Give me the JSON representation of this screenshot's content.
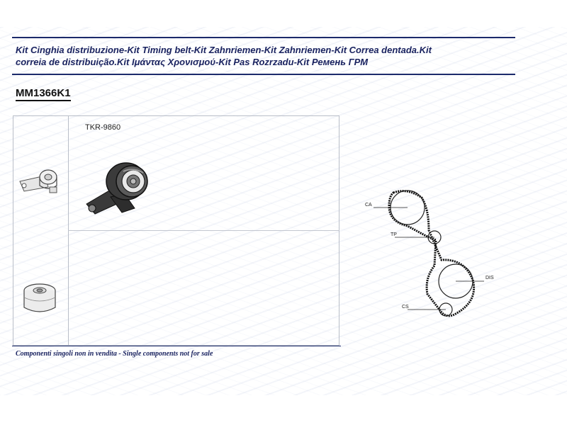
{
  "header": {
    "title_line1": "Kit Cinghia distribuzione-Kit Timing belt-Kit Zahnriemen-Kit Zahnriemen-Kit Correa dentada.Kit",
    "title_line2": "correia de distribuição.Kit Ιμάντας Χρονισμού-Kit Pas Rozrzadu-Kit Ремень ГРМ"
  },
  "kit_code": "MM1366K1",
  "table": {
    "rows": [
      {
        "part_number": "TKR-9860",
        "thumbnail_icon": "tensioner-pulley-icon",
        "photo_icon": "tensioner-pulley-photo-icon"
      },
      {
        "part_number": "",
        "thumbnail_icon": "idler-pulley-icon",
        "photo_icon": ""
      }
    ]
  },
  "footer": {
    "note": "Componenti singoli non in vendita - Single components not for sale"
  },
  "belt_diagram": {
    "labels": {
      "camshaft": "CA",
      "tensioner": "TP",
      "distributor": "DIS",
      "crankshaft": "CS"
    }
  },
  "colors": {
    "accent": "#1c2a6b",
    "title_text": "#1a2360"
  }
}
